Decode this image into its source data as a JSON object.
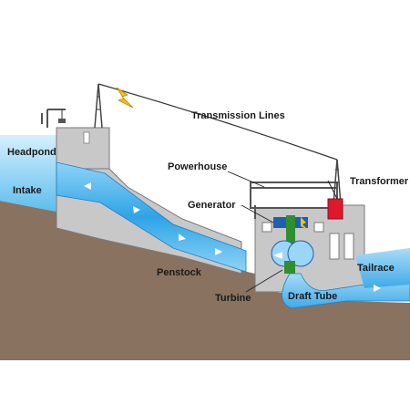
{
  "labels": {
    "headpond": "Headpond",
    "intake": "Intake",
    "transmission_lines": "Transmission Lines",
    "powerhouse": "Powerhouse",
    "transformer": "Transformer",
    "generator": "Generator",
    "penstock": "Penstock",
    "tailrace": "Tailrace",
    "turbine": "Turbine",
    "draft_tube": "Draft Tube"
  },
  "icons": {
    "lightning": "lightning-bolt-icon",
    "crane": "crane-icon",
    "flow_arrow": "flow-arrow-icon"
  },
  "colors": {
    "sky_bg": "#ffffff",
    "ground": "#8a7260",
    "concrete": "#c8c8c8",
    "concrete_edge": "#7a7a7a",
    "water_light": "#bfe6fb",
    "water_mid": "#4cb3ea",
    "water_dark": "#1a8fd8",
    "transformer_red": "#e0182d",
    "generator_green": "#2f8f2f",
    "generator_blue": "#1f5fb0",
    "lightning_yellow": "#f4c019"
  }
}
